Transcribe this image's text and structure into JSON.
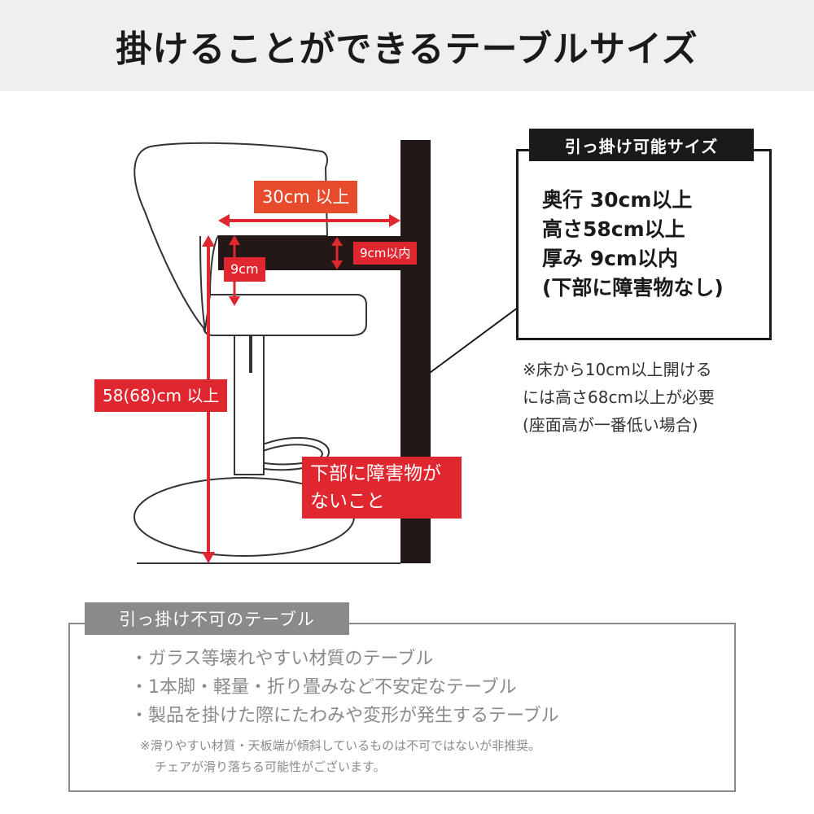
{
  "header": {
    "title": "掛けることができるテーブルサイズ"
  },
  "diagram": {
    "depth_label": "30cm 以上",
    "thickness_label": "9cm以内",
    "gap_label": "9cm",
    "height_label": "58(68)cm 以上",
    "under_label": "下部に障害物がないこと",
    "colors": {
      "red": "#e0262e",
      "orange": "#e84b2c",
      "table": "#231815"
    }
  },
  "size_box": {
    "title": "引っ掛け可能サイズ",
    "lines": [
      "奥行 30cm以上",
      "高さ58cm以上",
      "厚み 9cm以内",
      "(下部に障害物なし)"
    ]
  },
  "note_right": {
    "lines": [
      "※床から10cm以上開ける",
      "には高さ68cm以上が必要",
      "(座面高が一番低い場合)"
    ]
  },
  "bottom": {
    "title": "引っ掛け不可のテーブル",
    "items": [
      "・ガラス等壊れやすい材質のテーブル",
      "・1本脚・軽量・折り畳みなど不安定なテーブル",
      "・製品を掛けた際にたわみや変形が発生するテーブル"
    ],
    "note_lines": [
      "※滑りやすい材質・天板端が傾斜しているものは不可ではないが非推奨。",
      "チェアが滑り落ちる可能性がございます。"
    ]
  }
}
